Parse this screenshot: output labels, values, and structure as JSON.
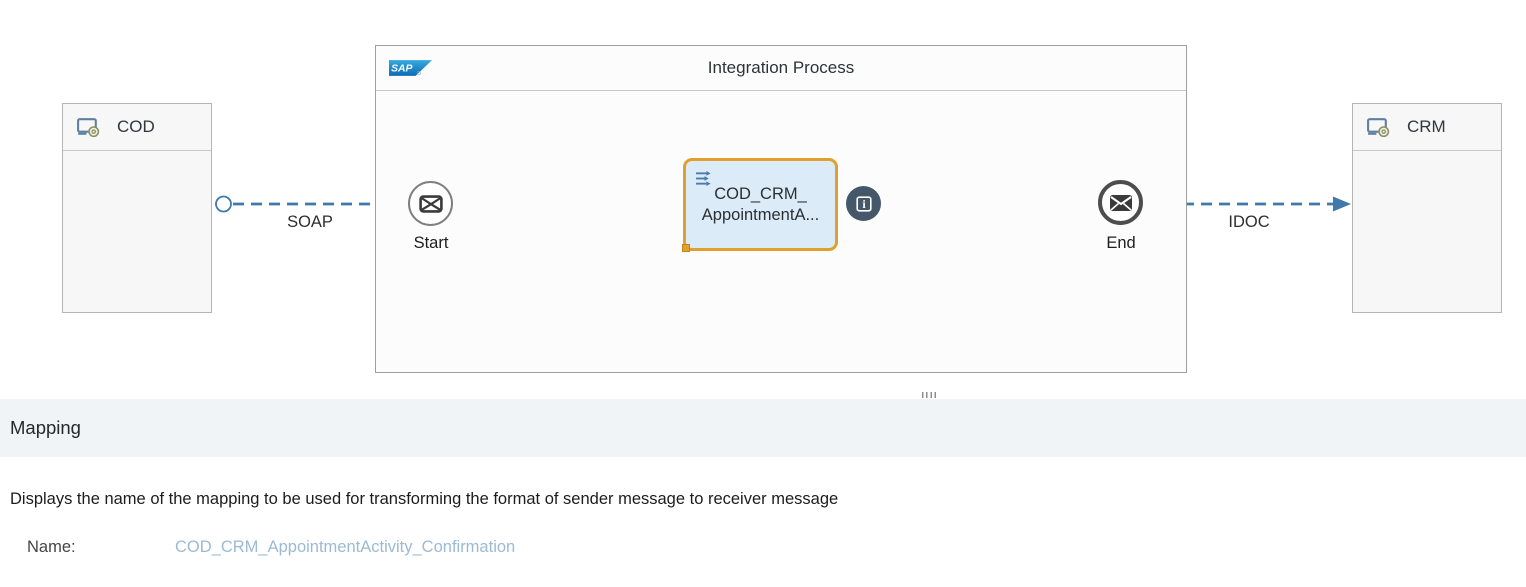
{
  "diagram": {
    "sender": {
      "label": "COD",
      "icon": "system-participant-icon"
    },
    "receiver": {
      "label": "CRM",
      "icon": "system-participant-icon"
    },
    "process": {
      "title": "Integration Process",
      "logo_text": "SAP"
    },
    "start_event": {
      "label": "Start",
      "icon": "message-envelope-icon"
    },
    "end_event": {
      "label": "End",
      "icon": "message-envelope-filled-icon"
    },
    "mapping_step": {
      "label_line1": "COD_CRM_",
      "label_line2": "AppointmentA...",
      "selected": true,
      "icon": "mapping-icon"
    },
    "info_badge": {
      "icon": "info-icon",
      "glyph": "i"
    },
    "connectors": {
      "sender_adapter": "SOAP",
      "receiver_adapter": "IDOC"
    }
  },
  "panel": {
    "title": "Mapping",
    "description": "Displays the name of the mapping to be used for transforming the format of sender message to receiver message",
    "name_label": "Name:",
    "name_value": "COD_CRM_AppointmentActivity_Confirmation"
  },
  "colors": {
    "connector_blue": "#4079ab",
    "selection_orange": "#dfa02e",
    "step_fill": "#dcebf8",
    "badge_slate": "#45586a",
    "link_blue": "#9cbad3",
    "panel_bar_bg": "#f1f4f6",
    "participant_bg": "#f7f7f7"
  }
}
